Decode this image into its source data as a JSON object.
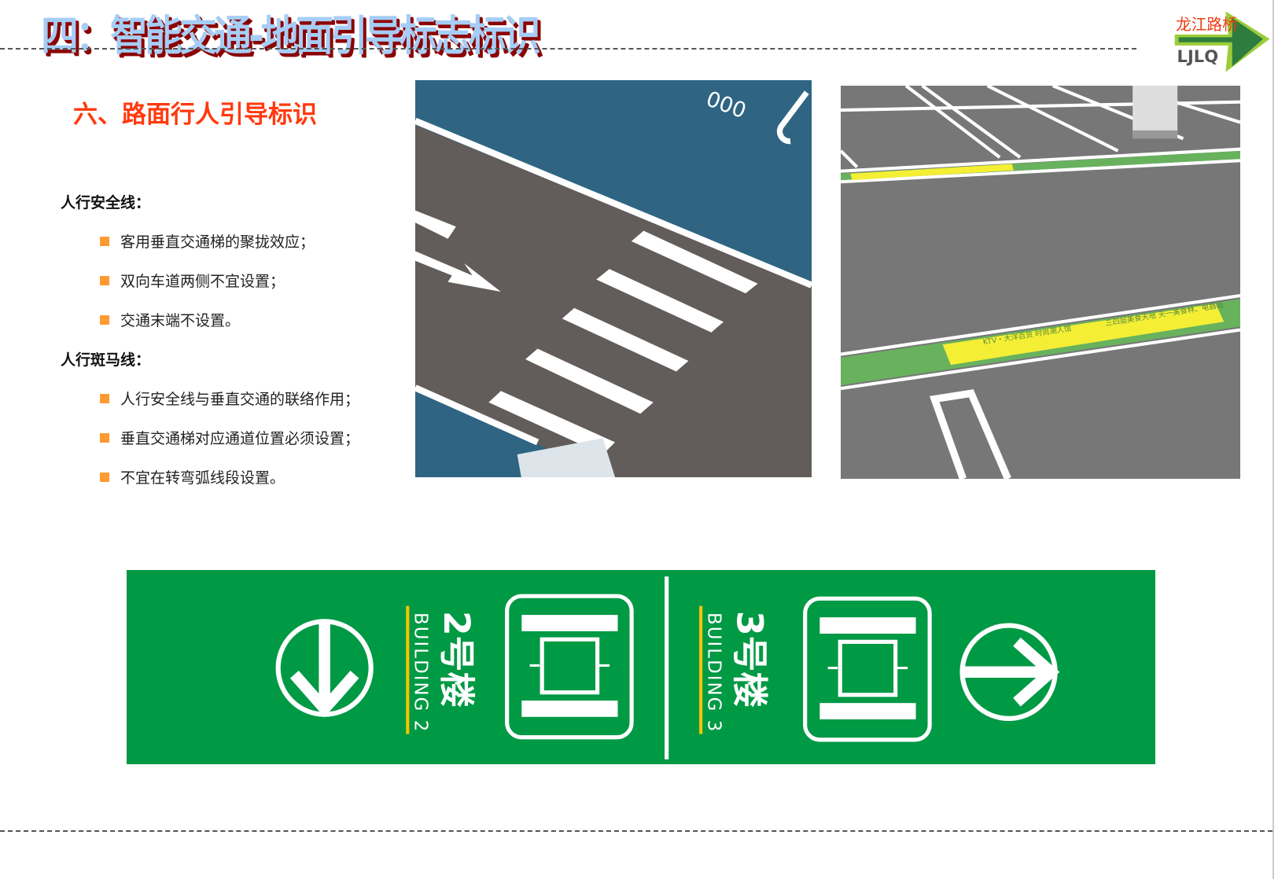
{
  "header": {
    "title": "四：智能交通-地面引导标志标识",
    "logo": {
      "cn": "龙江路桥",
      "en": "LJLQ"
    }
  },
  "section": {
    "title": "六、路面行人引导标识",
    "groups": [
      {
        "heading": "人行安全线：",
        "items": [
          "客用垂直交通梯的聚拢效应；",
          "双向车道两侧不宜设置；",
          "交通末端不设置。"
        ]
      },
      {
        "heading": "人行斑马线：",
        "items": [
          "人行安全线与垂直交通的联络作用；",
          "垂直交通梯对应通道位置必须设置；",
          "不宜在转弯弧线段设置。"
        ]
      }
    ]
  },
  "parking_image": {
    "sign_left": "KTV・大洋百货 时尚潮人馆",
    "sign_right": "三四层美食天地 天一美食林、电器城"
  },
  "wayfinding_sign": {
    "left": {
      "cn": "2号楼",
      "en": "BUILDING 2"
    },
    "right": {
      "cn": "3号楼",
      "en": "BUILDING 3"
    },
    "colors": {
      "background": "#009944",
      "accent": "#f5c400",
      "foreground": "#ffffff"
    }
  }
}
